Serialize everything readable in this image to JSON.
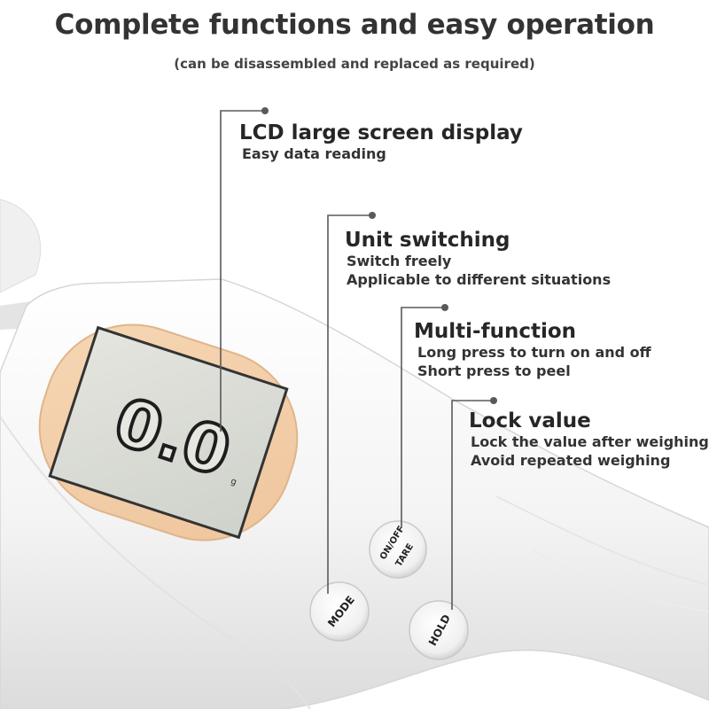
{
  "header": {
    "title": "Complete functions and easy operation",
    "subtitle": "(can be disassembled and replaced as required)"
  },
  "display": {
    "reading": "0.0",
    "unit": "g"
  },
  "buttons": {
    "onoff_label": "ON/OFF",
    "tare_label": "TARE",
    "mode_label": "MODE",
    "hold_label": "HOLD"
  },
  "features": [
    {
      "title": "LCD large screen display",
      "lines": [
        "Easy data reading"
      ]
    },
    {
      "title": "Unit switching",
      "lines": [
        "Switch freely",
        "Applicable to different situations"
      ]
    },
    {
      "title": "Multi-function",
      "lines": [
        "Long press to turn on and off",
        "Short press to peel"
      ]
    },
    {
      "title": "Lock value",
      "lines": [
        "Lock the value after weighing",
        "Avoid repeated weighing"
      ]
    }
  ],
  "colors": {
    "lcd_frame": "#f2cfa9",
    "lcd_screen": "#d9dbd5",
    "body": "#f3f3f3",
    "leader_line": "#5a5a5a"
  }
}
